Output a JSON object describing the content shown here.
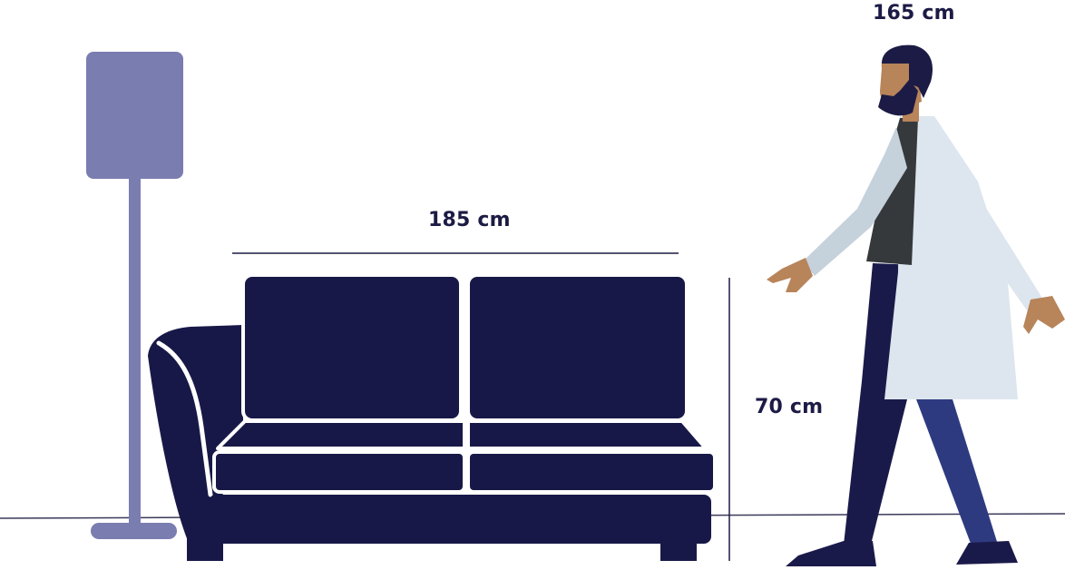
{
  "dimensions": {
    "sofa_width": "185 cm",
    "sofa_height": "70 cm",
    "person_height": "165 cm"
  },
  "colors": {
    "sofa": "#181848",
    "lamp": "#7a7db0",
    "floor_line": "#3a3a5a",
    "measure_line": "#1c1b45",
    "skin": "#b8845a",
    "hair": "#1c1b45",
    "coat": "#dde6ee",
    "coat_shadow": "#c5d1db",
    "shirt": "#36393c",
    "pants_dark": "#1a1a4a",
    "pants_light": "#2e3a80",
    "shoes": "#1a1a4a"
  }
}
